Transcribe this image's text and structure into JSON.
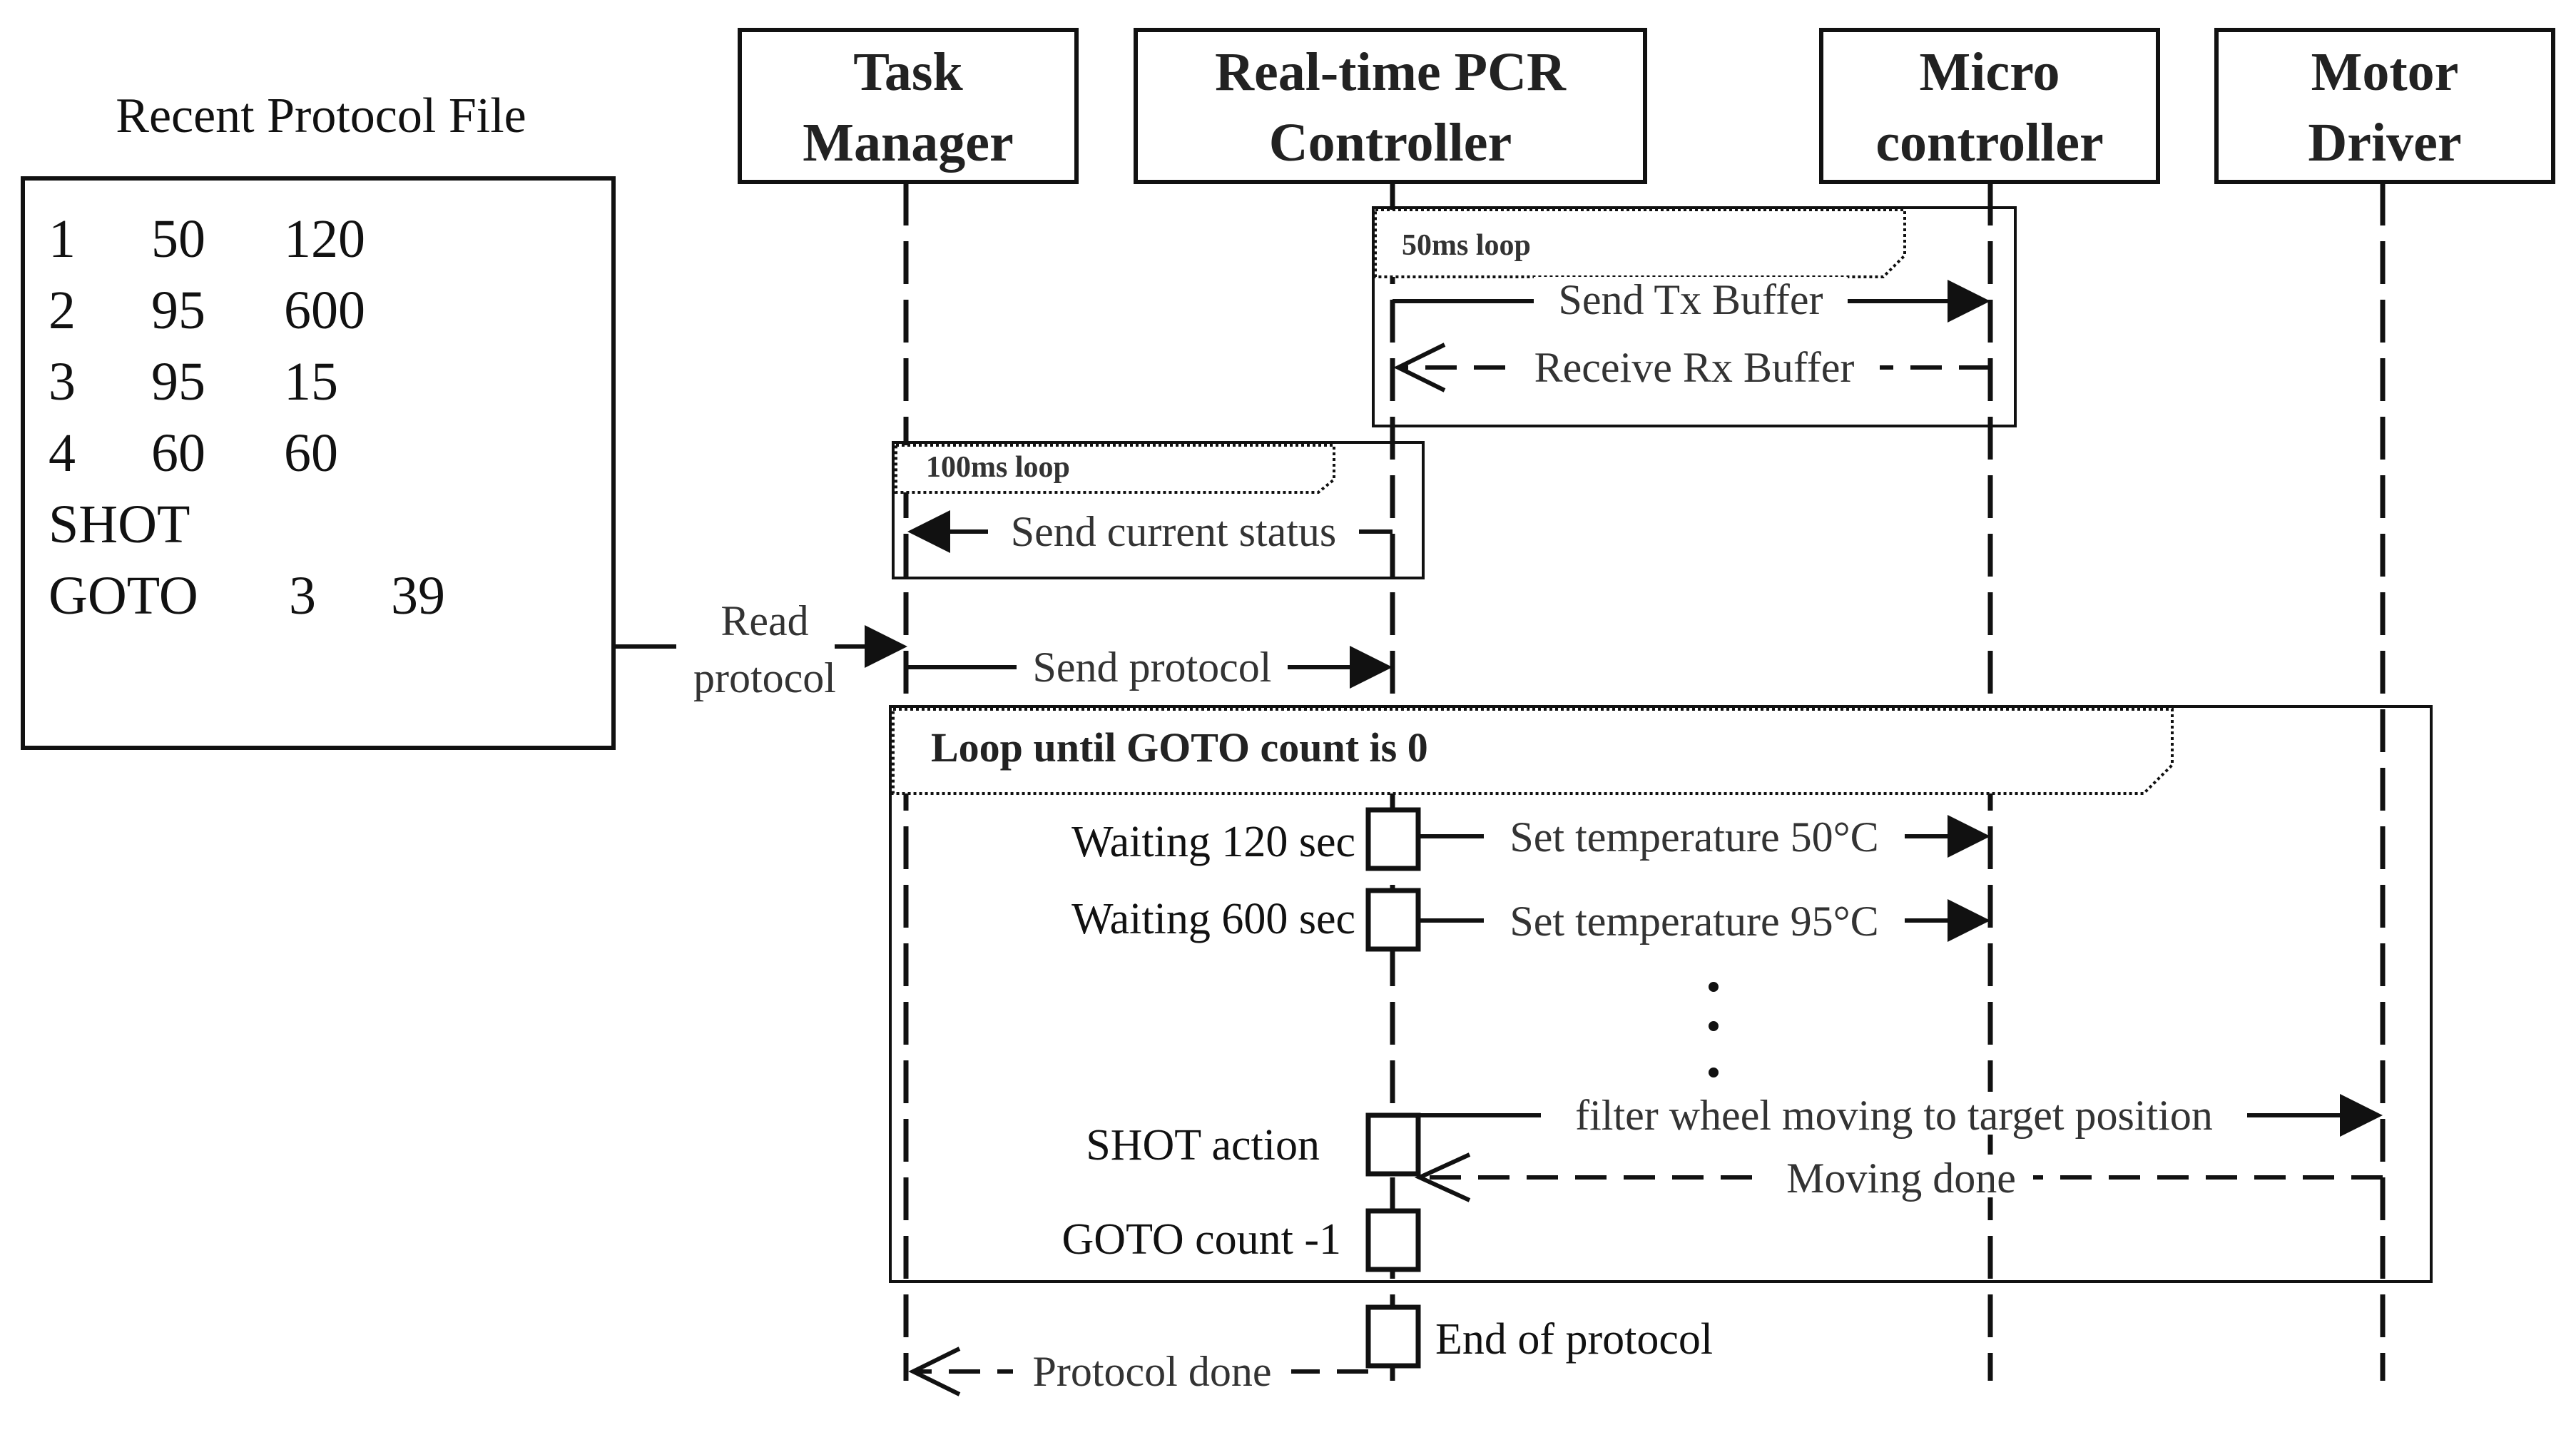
{
  "protocol_file": {
    "title": "Recent Protocol File",
    "rows": [
      {
        "step": "1",
        "v1": "50",
        "v2": "120"
      },
      {
        "step": "2",
        "v1": "95",
        "v2": "600"
      },
      {
        "step": "3",
        "v1": "95",
        "v2": "15"
      },
      {
        "step": "4",
        "v1": "60",
        "v2": "60"
      },
      {
        "step": "SHOT",
        "v1": "",
        "v2": ""
      },
      {
        "step": "GOTO",
        "v1": "3",
        "v2": "39"
      }
    ]
  },
  "participants": {
    "task_manager": {
      "line1": "Task",
      "line2": "Manager"
    },
    "pcr_controller": {
      "line1": "Real-time PCR",
      "line2": "Controller"
    },
    "micro_controller": {
      "line1": "Micro",
      "line2": "controller"
    },
    "motor_driver": {
      "line1": "Motor",
      "line2": "Driver"
    }
  },
  "loops": {
    "loop_50ms": "50ms loop",
    "loop_100ms": "100ms loop",
    "goto_loop": "Loop until GOTO count is 0"
  },
  "messages": {
    "send_tx": "Send Tx Buffer",
    "receive_rx": "Receive Rx Buffer",
    "send_status": "Send current status",
    "read_protocol_1": "Read",
    "read_protocol_2": "protocol",
    "send_protocol": "Send protocol",
    "set_temp_50": "Set temperature 50°C",
    "set_temp_95": "Set temperature 95°C",
    "filter_wheel": "filter wheel moving to target position",
    "moving_done": "Moving done",
    "protocol_done": "Protocol done"
  },
  "notes": {
    "waiting_120": "Waiting 120 sec",
    "waiting_600": "Waiting 600 sec",
    "shot_action": "SHOT action",
    "goto_count": "GOTO count -1",
    "end_protocol": "End of protocol"
  }
}
